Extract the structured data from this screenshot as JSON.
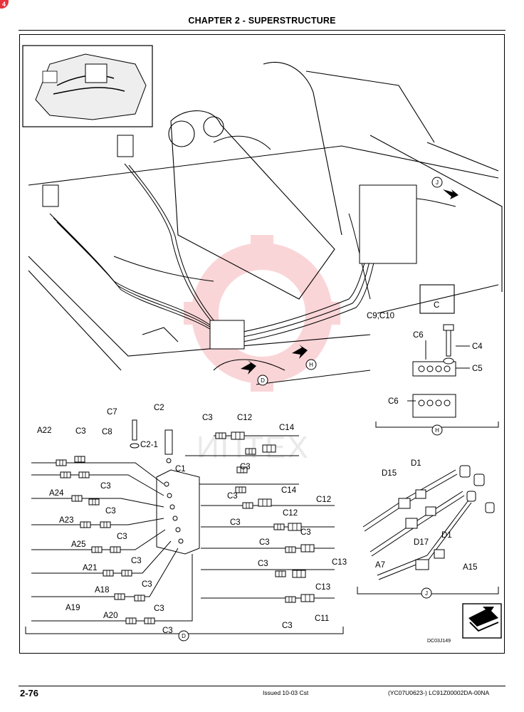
{
  "header": {
    "title": "CHAPTER 2 - SUPERSTRUCTURE"
  },
  "corner_badge": "4",
  "watermark": "ИПТЕХ",
  "callouts": {
    "view_j": "J",
    "view_h": "H",
    "view_d": "D",
    "view_c": "C",
    "c9_c10": "C9,C10",
    "c4": "C4",
    "c5": "C5",
    "c6a": "C6",
    "c6b": "C6",
    "c7": "C7",
    "c2": "C2",
    "c8": "C8",
    "c2_1": "C2-1",
    "c1": "C1",
    "a22": "A22",
    "a24": "A24",
    "a23": "A23",
    "a25": "A25",
    "a21": "A21",
    "a18": "A18",
    "a19": "A19",
    "a20": "A20",
    "c3": "C3",
    "c12": "C12",
    "c14": "C14",
    "c13": "C13",
    "c11": "C11",
    "d1": "D1",
    "d15": "D15",
    "d17": "D17",
    "a7": "A7",
    "a15": "A15"
  },
  "figure_code": "DC03J149",
  "footer": {
    "page": "2-76",
    "issued": "Issued 10-03   Cst",
    "reference": "(YC07U0623-)   LC91Z00002DA-00NA"
  }
}
